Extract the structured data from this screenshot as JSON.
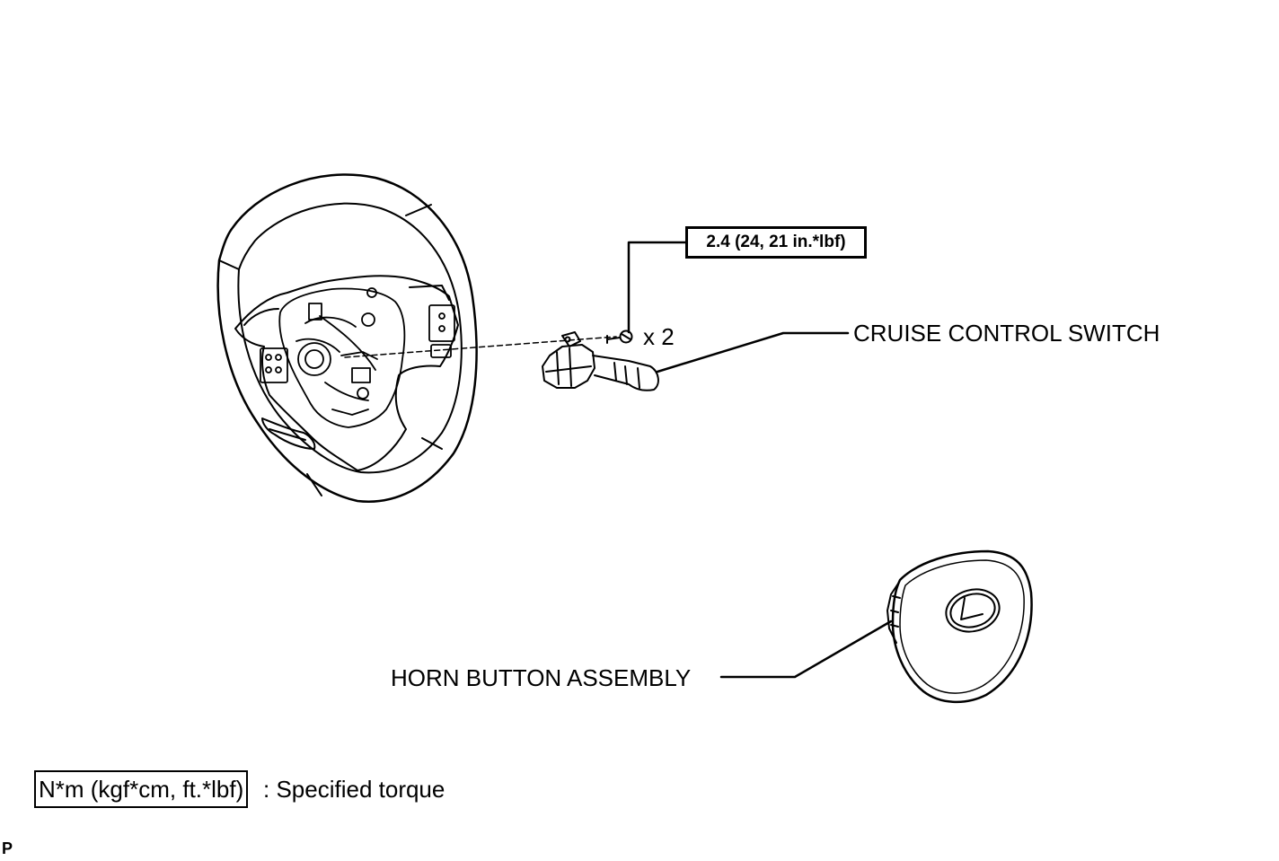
{
  "labels": {
    "cruise_control_switch": "CRUISE CONTROL SWITCH",
    "horn_button_assembly": "HORN BUTTON ASSEMBLY",
    "bolt_quantity": "x 2"
  },
  "torque_spec": "2.4 (24, 21 in.*lbf)",
  "legend": {
    "unit_box": "N*m (kgf*cm, ft.*lbf)",
    "description": ": Specified torque"
  },
  "page_code": "P"
}
